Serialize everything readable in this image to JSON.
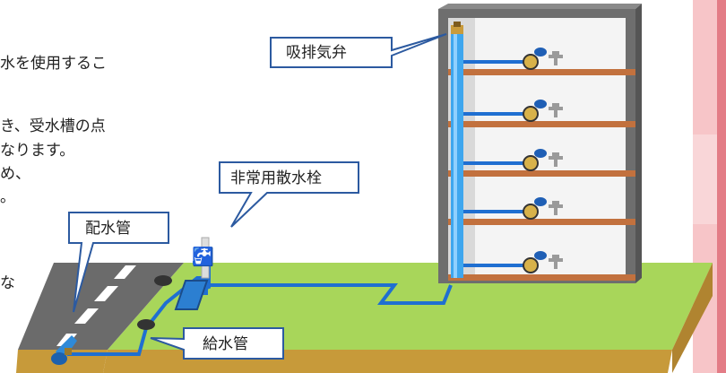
{
  "body_text": {
    "line1": "水を使用するこ",
    "line2": "き、受水槽の点",
    "line3": "なります。",
    "line4": "め、",
    "line5": "。",
    "line6": "な"
  },
  "callouts": {
    "air_valve": "吸排気弁",
    "emergency_hydrant": "非常用散水栓",
    "distribution_pipe": "配水管",
    "supply_pipe": "給水管"
  },
  "colors": {
    "pipe": "#1f6fd1",
    "riser": "#3ea6ee",
    "ground_top": "#a8d65a",
    "ground_side": "#c79a3a",
    "road": "#6b6b6b",
    "frame": "#6e6e6e",
    "floor": "#c2713e",
    "callout_border": "#2c5aa0",
    "side_panel": "#f7c5c8"
  }
}
